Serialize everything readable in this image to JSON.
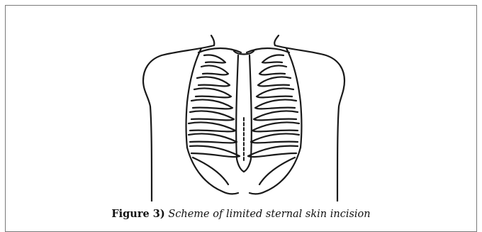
{
  "figure": {
    "label": "Figure 3)",
    "caption": "Scheme of limited sternal skin incision",
    "illustration": "chest-ribcage-drawing"
  }
}
